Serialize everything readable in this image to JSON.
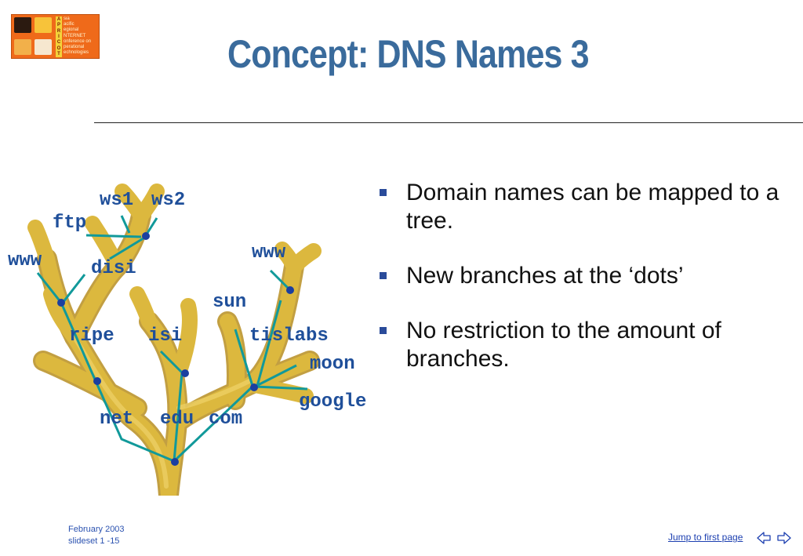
{
  "logo": {
    "acronym": [
      "A",
      "P",
      "R",
      "I",
      "C",
      "O",
      "T"
    ],
    "words": [
      "sia",
      "acific",
      "egional",
      "NTERNET",
      "onference on",
      "perational",
      "echnologies"
    ]
  },
  "slide": {
    "title": "Concept: DNS Names 3"
  },
  "tree": {
    "labels": {
      "ws1": "ws1",
      "ws2": "ws2",
      "ftp": "ftp",
      "www_left": "www",
      "disi": "disi",
      "www_right": "www",
      "sun": "sun",
      "ripe": "ripe",
      "isi": "isi",
      "tislabs": "tislabs",
      "moon": "moon",
      "google": "google",
      "net": "net",
      "edu": "edu",
      "com": "com"
    },
    "colors": {
      "branch": "#d9b43a",
      "branch_shadow": "#b88f22",
      "connector": "#11999a",
      "dot": "#1b3fa0",
      "label": "#1f4f9a"
    }
  },
  "bullets": [
    "Domain names can be mapped to a tree.",
    "New branches at the ‘dots’",
    "No restriction to the amount of branches."
  ],
  "footer": {
    "date": "February 2003",
    "slideset": "slideset 1 -15",
    "jump_link": "Jump to first page"
  },
  "icons": {
    "prev": "arrow-left-outline-icon",
    "next": "arrow-right-outline-icon"
  }
}
